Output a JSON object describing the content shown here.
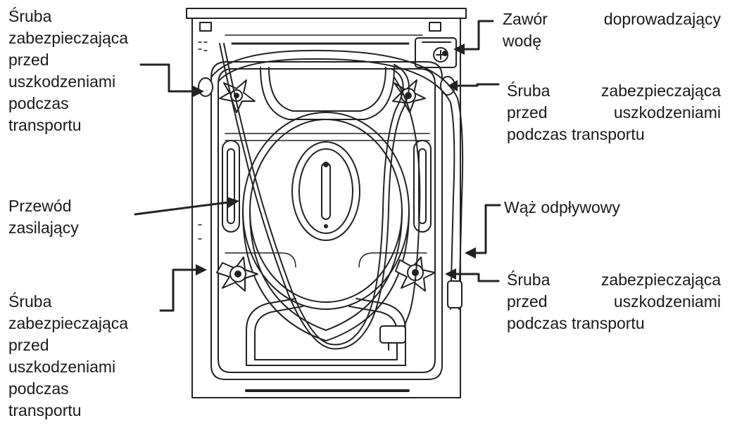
{
  "labels": {
    "top_left": [
      "Śruba",
      "zabezpieczająca",
      "przed",
      "uszkodzeniami",
      "podczas",
      "transportu"
    ],
    "power_cord": [
      "Przewód",
      "zasilający"
    ],
    "bottom_left": [
      "Śruba",
      "zabezpieczająca",
      "przed",
      "uszkodzeniami",
      "podczas",
      "transportu"
    ],
    "water_valve": [
      "Zawór doprowadzający",
      "wodę"
    ],
    "top_right": [
      "Śruba zabezpieczająca",
      "przed uszkodzeniami",
      "podczas transportu"
    ],
    "drain_hose": [
      "Wąż odpływowy"
    ],
    "bottom_right": [
      "Śruba zabezpieczająca",
      "przed uszkodzeniami",
      "podczas transportu"
    ]
  }
}
